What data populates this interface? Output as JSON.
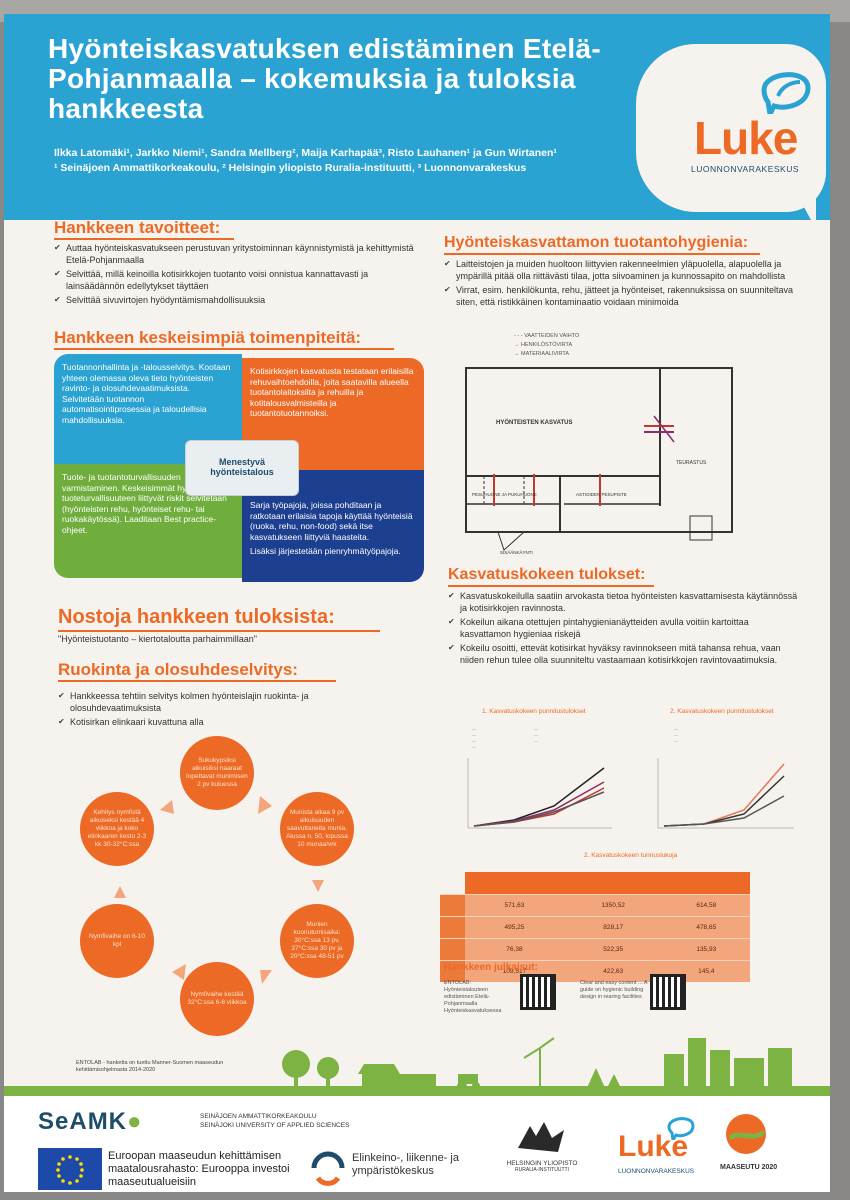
{
  "header": {
    "title": "Hyönteiskasvatuksen edistäminen Etelä-Pohjanmaalla – kokemuksia ja tuloksia hankkeesta",
    "authors": "Ilkka Latomäki¹, Jarkko Niemi¹, Sandra Mellberg², Maija Karhapää³, Risto Lauhanen¹ ja Gun Wirtanen¹",
    "affiliations": "¹ Seinäjoen Ammattikorkeakoulu, ² Helsingin yliopisto Ruralia-instituutti, ³ Luonnonvarakeskus",
    "logo_text": "Luke",
    "logo_sub": "LUONNONVARAKESKUS"
  },
  "goals": {
    "heading": "Hankkeen tavoitteet:",
    "items": [
      "Auttaa hyönteiskasvatukseen perustuvan yritystoiminnan käynnistymistä ja kehittymistä Etelä-Pohjanmaalla",
      "Selvittää, millä keinoilla kotisirkkojen tuotanto voisi onnistua kannattavasti ja lainsäädännön edellytykset täyttäen",
      "Selvittää sivuvirtojen hyödyntämismahdollisuuksia"
    ]
  },
  "actions": {
    "heading": "Hankkeen keskeisimpiä toimenpiteitä:",
    "center": "Menestyvä hyönteistalous",
    "q1": "Tuotannonhallinta ja -talousselvitys. Kootaan yhteen olemassa oleva tieto hyönteisten ravinto- ja olosuhdevaatimuksista. Selvitetään tuotannon automatisointiprosessia ja taloudellisia mahdollisuuksia.",
    "q2": "Kotisirkkojen kasvatusta testataan erilaisilla rehuvaihtoehdoilla, joita saatavilla alueella tuotantolaitoksilta ja rehuilla ja kotitalousvalmisteilla ja tuotantotuotannoiksi.",
    "q3": "Tuote- ja tuotantoturvallisuuden varmistaminen. Keskeisimmät hygienian ja tuoteturvallisuuteen liittyvät riskit selvitetään (hyönteisten rehu, hyönteiset rehu- tai ruokakäytössä). Laaditaan Best practice-ohjeet.",
    "q4": "Sarja työpajoja, joissa pohditaan ja ratkotaan erilaisia tapoja käyttää hyönteisiä (ruoka, rehu, non-food) sekä itse kasvatukseen liittyviä haasteita.",
    "q4b": "Lisäksi järjestetään pienryhmätyöpajoja."
  },
  "highlights": {
    "heading": "Nostoja hankkeen tuloksista:",
    "quote": "\"Hyönteistuotanto – kiertotaloutta parhaimmillaan\""
  },
  "feeding": {
    "heading": "Ruokinta ja olosuhdeselvitys:",
    "items": [
      "Hankkeessa tehtiin selvitys kolmen hyönteislajin ruokinta- ja olosuhdevaatimuksista",
      "Kotisirkan elinkaari kuvattuna alla"
    ],
    "cycle": [
      "Sukukypsiksi aikuisiksi naaraat lopettavat munimisen 2 pv kuluessa",
      "Munista alkaa 9 pv aikuisuuden saavuttaneita munia. Alussa n. 50, lopussa 10 munaa/vrk",
      "Munien kuoriutumisaika: 30°C:ssa 13 pv, 27°C:ssa 30 pv ja 20°C:ssa 48-51 pv",
      "Nymfivaihe kestää 32°C:ssa 6-8 viikkoa",
      "Nymfivaihe on 6-10 kpl",
      "Kehitys nymfistä aikuiseksi kestää 4 viikkoa ja koko elinkaaren kesto 2-3 kk 30-32°C:ssa"
    ]
  },
  "hygiene": {
    "heading": "Hyönteiskasvattamon tuotantohygienia:",
    "items": [
      "Laitteistojen ja muiden huoltoon liittyvien rakenneelmien yläpuolella, alapuolella ja ympärillä pitää olla riittävästi tilaa, jotta siivoaminen ja kunnossapito on mahdollista",
      "Virrat, esim. henkilökunta, rehu, jätteet ja hyönteiset, rakennuksissa on suunniteltava siten, että ristikkäinen kontaminaatio voidaan minimoida"
    ],
    "legend": [
      "VAATTEIDEN VAIHTO",
      "HENKILÖSTÖVIRTA",
      "MATERIAALIVIRTA"
    ],
    "rooms": [
      "HYÖNTEISTEN KASVATUS",
      "TEURASTUS",
      "PESUHUONE JA PUKUHUONE",
      "ASTIOIDEN PESUPISTE",
      "SISÄÄNKÄYNTI"
    ]
  },
  "results": {
    "heading": "Kasvatuskokeen tulokset:",
    "items": [
      "Kasvatuskokeilulla saatiin arvokasta tietoa hyönteisten kasvattamisesta käytännössä ja kotisirkkojen ravinnosta.",
      "Kokeilun aikana otettujen pintahygienianäytteiden avulla voitiin kartoittaa kasvattamon hygieniaa riskejä",
      "Kokeilu osoitti, ettevät kotisirkat hyväksy ravinnokseen mitä tahansa rehua, vaan niiden rehun tulee olla suunniteltu vastaamaan kotisirkkojen ravintovaatimuksia."
    ],
    "chart1_title": "1. Kasvatuskokeen punnitustulokset",
    "chart2_title": "2. Kasvatuskokeen punnitustulokset",
    "table_title": "2. Kasvatuskokeen tunnuslukuja",
    "table": {
      "rows": [
        [
          "",
          "571,63",
          "1350,52",
          "614,58"
        ],
        [
          "",
          "495,25",
          "828,17",
          "478,65"
        ],
        [
          "",
          "76,38",
          "522,35",
          "135,93"
        ],
        [
          "",
          "109,517",
          "422,63",
          "145,4"
        ]
      ]
    }
  },
  "publications": {
    "heading": "Hankkeen julkaisut:",
    "p1": "ENTOLAB: Hyönteistalouteen edistäminen Etelä-Pohjanmaalla Hyönteiskasvatuksessa",
    "p2": "Clear and easy content ... A guide on hygienic building design in rearing facilities"
  },
  "funding_note": "ENTOLAB - hanketta on tuettu Manner-Suomen maaseudun kehittämisohjelmasta 2014-2020",
  "footer": {
    "seamk": "SeAMK",
    "seamk_sub1": "SEINÄJOEN AMMATTIKORKEAKOULU",
    "seamk_sub2": "SEINÄJOKI UNIVERSITY OF APPLIED SCIENCES",
    "eu": "Euroopan maaseudun kehittämisen maatalousrahasto: Eurooppa investoi maaseutualueisiin",
    "ely": "Elinkeino-, liikenne- ja ympäristökeskus",
    "hy": "HELSINGIN YLIOPISTO",
    "hy_sub": "RURALIA-INSTITUUTTI",
    "luke": "Luke",
    "luke_sub": "LUONNONVARAKESKUS",
    "maaseutu": "MAASEUTU 2020"
  },
  "colors": {
    "blue": "#2aa3d3",
    "orange": "#ec6a26",
    "green": "#7cb342",
    "navy": "#1d3f8f"
  }
}
